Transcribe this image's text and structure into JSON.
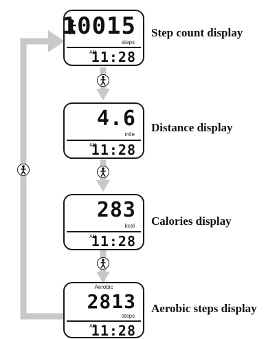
{
  "screens": [
    {
      "main_value": "10015",
      "unit": "steps",
      "ampm": "AM",
      "time": "11:28",
      "label": "Step count display"
    },
    {
      "main_value": "4.6",
      "unit": "mile",
      "ampm": "AM",
      "time": "11:28",
      "label": "Distance display"
    },
    {
      "main_value": "283",
      "unit": "kcal",
      "ampm": "AM",
      "time": "11:28",
      "label": "Calories display"
    },
    {
      "top_label": "Aerobic",
      "main_value": "2813",
      "unit": "steps",
      "ampm": "AM",
      "time": "11:28",
      "label": "Aerobic steps display"
    }
  ],
  "icons": {
    "button": "walking-person-button-icon",
    "screen_mode": "walking-person-icon",
    "arrow": "arrow"
  },
  "colors": {
    "flow_line": "#c8c8c8",
    "border": "#1a1a1a"
  }
}
